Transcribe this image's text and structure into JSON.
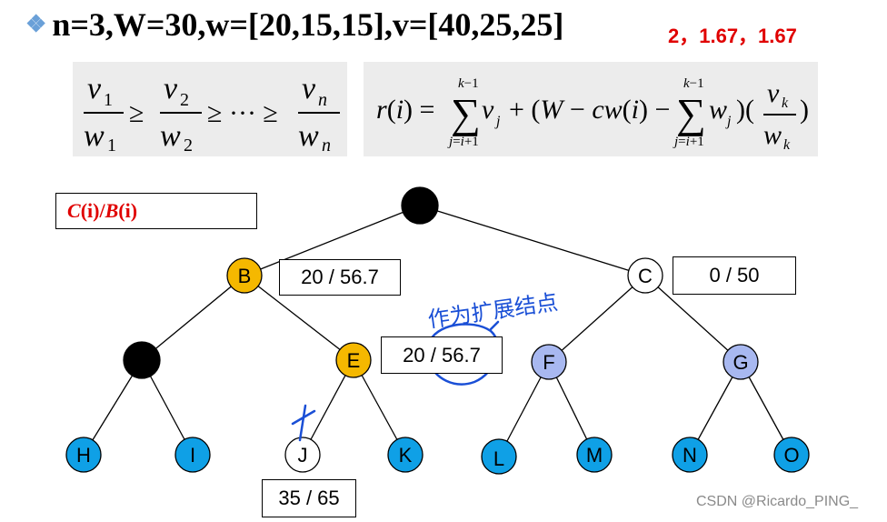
{
  "title": {
    "bullet": "❖",
    "text": "n=3,W=30,w=[20,15,15],v=[40,25,25]"
  },
  "side_note": "2，1.67，1.67",
  "legend": {
    "c": "C",
    "i1": "(i)/",
    "b": "B",
    "i2": "(i)"
  },
  "nodes": [
    {
      "id": "root",
      "label": ""
    },
    {
      "id": "B",
      "label": "B"
    },
    {
      "id": "C",
      "label": "C"
    },
    {
      "id": "D",
      "label": ""
    },
    {
      "id": "E",
      "label": "E"
    },
    {
      "id": "F",
      "label": "F"
    },
    {
      "id": "G",
      "label": "G"
    },
    {
      "id": "H",
      "label": "H"
    },
    {
      "id": "I",
      "label": "I"
    },
    {
      "id": "J",
      "label": "J"
    },
    {
      "id": "K",
      "label": "K"
    },
    {
      "id": "L",
      "label": "L"
    },
    {
      "id": "M",
      "label": "M"
    },
    {
      "id": "N",
      "label": "N"
    },
    {
      "id": "O",
      "label": "O"
    }
  ],
  "values": {
    "B": "20 / 56.7",
    "C": "0 / 50",
    "E": "20 / 56.7",
    "J": "35 / 65"
  },
  "annotation": "作为扩展结点",
  "watermark": "CSDN @Ricardo_PING_",
  "colors": {
    "black_node": "#000000",
    "orange_node": "#f5b800",
    "lightblue_node": "#a8b8f0",
    "cyan_node": "#0fa0e6",
    "white_node": "#ffffff",
    "red_text": "#e00000",
    "annotation_blue": "#1a4fd6"
  }
}
